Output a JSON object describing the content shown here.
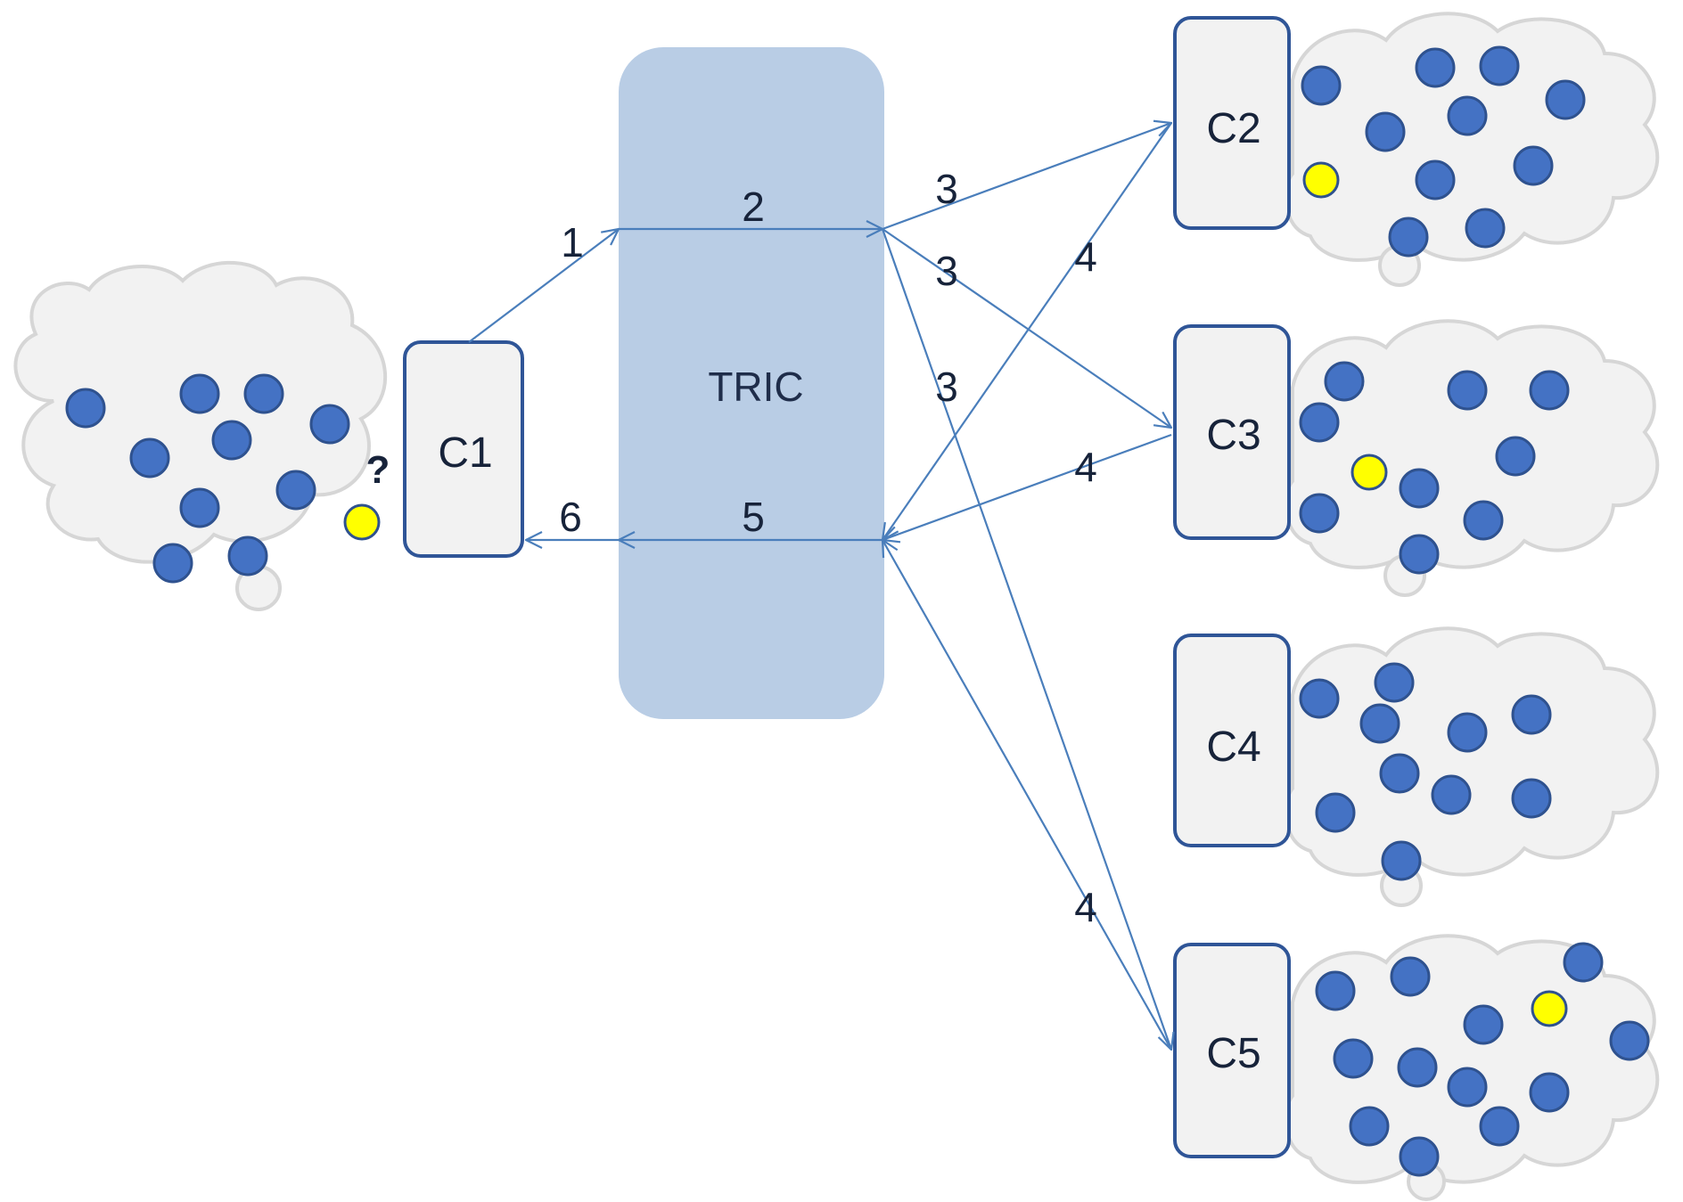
{
  "center": {
    "label": "TRIC"
  },
  "requester": {
    "label": "C1",
    "query_mark": "?"
  },
  "peers": [
    {
      "id": "c2",
      "label": "C2"
    },
    {
      "id": "c3",
      "label": "C3"
    },
    {
      "id": "c4",
      "label": "C4"
    },
    {
      "id": "c5",
      "label": "C5"
    }
  ],
  "steps": {
    "s1": "1",
    "s2": "2",
    "s3a": "3",
    "s3b": "3",
    "s3c": "3",
    "s4a": "4",
    "s4b": "4",
    "s4c": "4",
    "s5": "5",
    "s6": "6"
  },
  "colors": {
    "node_blue": "#4472c4",
    "target_yellow": "#ffff00",
    "tric_fill": "#b9cde5",
    "arrow": "#4a7ebb"
  }
}
